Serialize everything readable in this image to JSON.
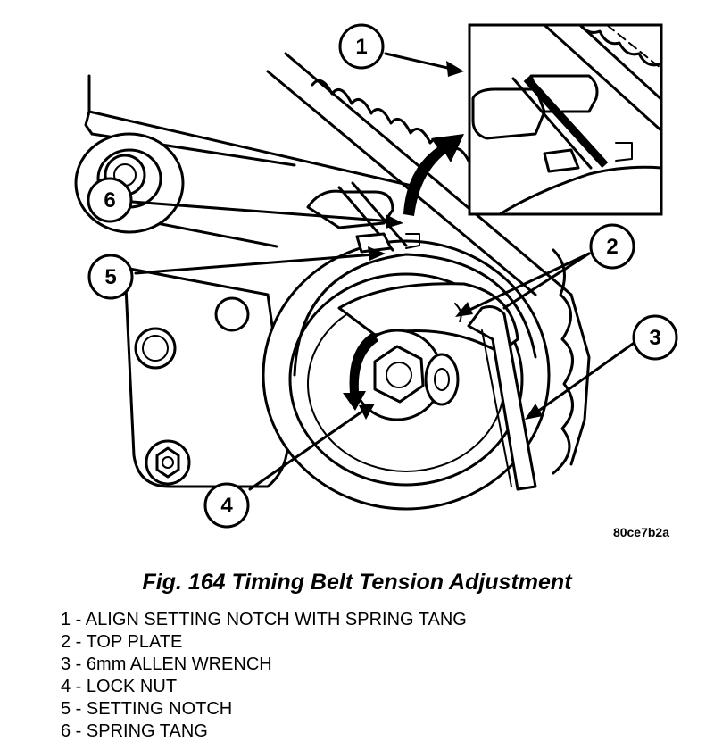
{
  "figure": {
    "code": "80ce7b2a",
    "caption": "Fig. 164 Timing Belt Tension Adjustment"
  },
  "callouts": [
    {
      "num": "1",
      "label": "ALIGN SETTING NOTCH WITH SPRING TANG"
    },
    {
      "num": "2",
      "label": "TOP PLATE"
    },
    {
      "num": "3",
      "label": "6mm ALLEN WRENCH"
    },
    {
      "num": "4",
      "label": "LOCK NUT"
    },
    {
      "num": "5",
      "label": "SETTING NOTCH"
    },
    {
      "num": "6",
      "label": "SPRING TANG"
    }
  ],
  "legend_separator": " - "
}
